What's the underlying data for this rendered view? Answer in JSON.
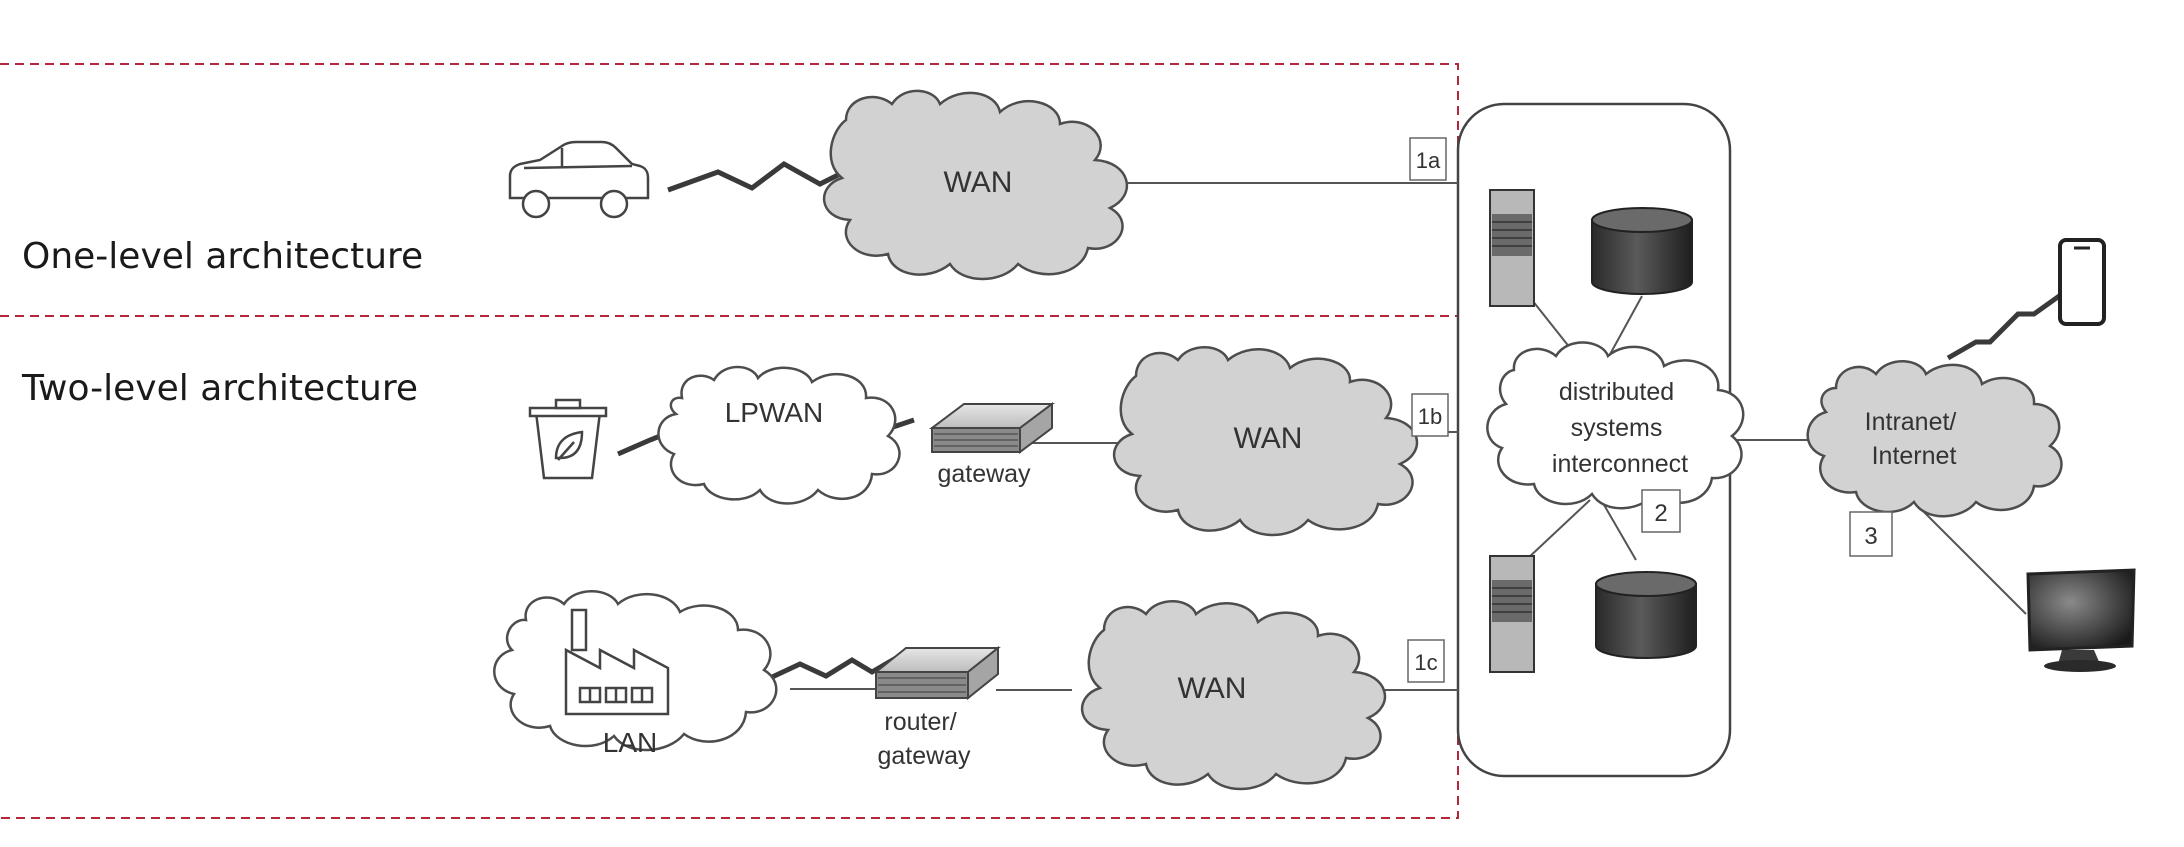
{
  "sections": {
    "one_level": "One-level architecture",
    "two_level": "Two-level architecture"
  },
  "clouds": {
    "wan_1a": "WAN",
    "lpwan": "LPWAN",
    "wan_1b": "WAN",
    "lan": "LAN",
    "wan_1c": "WAN",
    "interconnect": [
      "distributed",
      "systems",
      "interconnect"
    ],
    "internet": [
      "Intranet/",
      "Internet"
    ]
  },
  "devices": {
    "gateway": "gateway",
    "router": [
      "router/",
      "gateway"
    ]
  },
  "markers": {
    "m1a": "1a",
    "m1b": "1b",
    "m1c": "1c",
    "m2": "2",
    "m3": "3"
  },
  "colors": {
    "boundary_dash": "#b3263b",
    "cloud_fill": "#d2d2d2",
    "line": "#555555"
  },
  "icons": [
    "car-icon",
    "recycle-bin-icon",
    "factory-icon",
    "gateway-box-icon",
    "router-box-icon",
    "server-icon",
    "database-icon",
    "smartphone-icon",
    "monitor-icon"
  ]
}
